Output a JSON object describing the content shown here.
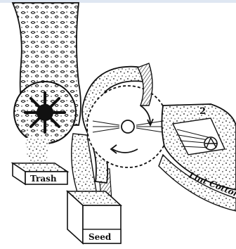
{
  "diagram": {
    "labels": {
      "trash": "Trash",
      "seed": "Seed",
      "lint": "Lint Cotton"
    },
    "marks": {
      "number": "2"
    },
    "colors": {
      "ink": "#111111",
      "paper": "#ffffff",
      "frame": "#dfe7f2"
    }
  }
}
